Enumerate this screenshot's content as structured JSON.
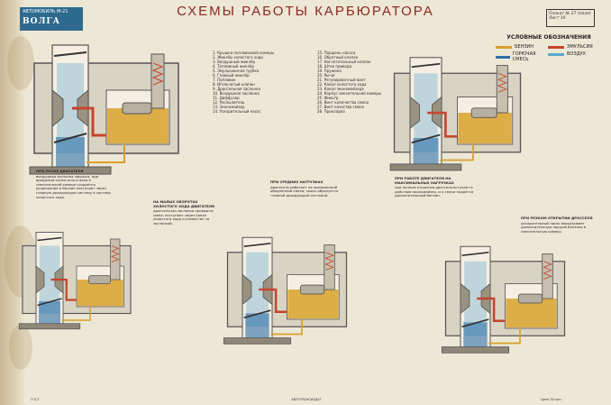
{
  "header": {
    "badge_line": "АВТОМОБИЛЬ М-21",
    "brand": "ВОЛГА",
    "title": "СХЕМЫ РАБОТЫ КАРБЮРАТОРА",
    "sheet": "Плакат № 27 (поле) Лист 16"
  },
  "legend": {
    "title": "УСЛОВНЫЕ ОБОЗНАЧЕНИЯ",
    "items": [
      {
        "label": "БЕНЗИН",
        "color": "#d8a12a"
      },
      {
        "label": "ГОРЮЧАЯ СМЕСЬ",
        "color": "#2d6fa8"
      },
      {
        "label": "ЭМУЛЬСИЯ",
        "color": "#c4452c"
      },
      {
        "label": "ВОЗДУХ",
        "color": "#5aa7cf"
      }
    ]
  },
  "parts": [
    "1. Крышка поплавковой камеры",
    "2. Жиклёр холостого хода",
    "3. Воздушный жиклёр",
    "4. Топливный жиклёр",
    "5. Эмульсионная трубка",
    "6. Главный жиклёр",
    "7. Поплавок",
    "8. Игольчатый клапан",
    "9. Дроссельная заслонка",
    "10. Воздушная заслонка",
    "11. Диффузор",
    "12. Распылитель",
    "13. Экономайзер",
    "14. Ускорительный насос",
    "15. Поршень насоса",
    "16. Обратный клапан",
    "17. Нагнетательный клапан",
    "18. Шток привода",
    "19. Пружина",
    "20. Рычаг",
    "21. Регулировочный винт",
    "22. Канал холостого хода",
    "23. Канал экономайзера",
    "24. Корпус смесительной камеры",
    "25. Фильтр",
    "26. Винт количества смеси",
    "27. Винт качества смеси",
    "28. Прокладка"
  ],
  "captions": {
    "start": {
      "title": "При пуске двигателя",
      "text": "воздушная заслонка закрыта, при вращении коленчатого вала в смесительной камере создаётся разрежение и бензин поступает через главную дозирующую систему и систему холостого хода."
    },
    "idle": {
      "title": "На малых оборотах холостого хода двигателя",
      "text": "дроссельная заслонка прикрыта; смесь поступает через канал холостого хода и отверстие за заслонкой."
    },
    "medium": {
      "title": "При средних нагрузках",
      "text": "двигатель работает на экономичной обеднённой смеси; смесь образуется главной дозирующей системой."
    },
    "full": {
      "title": "При работе двигателя на максимальных нагрузках",
      "text": "при полном открытии дросселя вступает в действие экономайзер, и к смеси подаётся дополнительный бензин."
    },
    "accel": {
      "title": "При резком открытии дросселя",
      "text": "ускорительный насос впрыскивает дополнительную порцию бензина в смесительную камеру."
    }
  },
  "footer": {
    "left": "ГОСТ",
    "center": "АВТОТРАНСИЗДАТ",
    "right": "Цена 30 коп."
  }
}
